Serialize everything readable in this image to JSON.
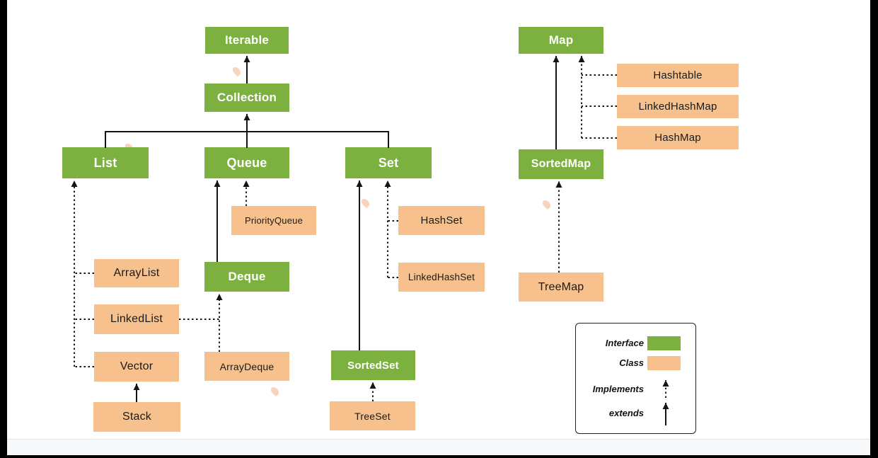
{
  "nodes": {
    "iterable": {
      "label": "Iterable",
      "type": "interface"
    },
    "collection": {
      "label": "Collection",
      "type": "interface"
    },
    "list": {
      "label": "List",
      "type": "interface"
    },
    "queue": {
      "label": "Queue",
      "type": "interface"
    },
    "set": {
      "label": "Set",
      "type": "interface"
    },
    "priorityqueue": {
      "label": "PriorityQueue",
      "type": "class"
    },
    "deque": {
      "label": "Deque",
      "type": "interface"
    },
    "arraylist": {
      "label": "ArrayList",
      "type": "class"
    },
    "linkedlist": {
      "label": "LinkedList",
      "type": "class"
    },
    "vector": {
      "label": "Vector",
      "type": "class"
    },
    "stack": {
      "label": "Stack",
      "type": "class"
    },
    "arraydeque": {
      "label": "ArrayDeque",
      "type": "class"
    },
    "hashset": {
      "label": "HashSet",
      "type": "class"
    },
    "linkedhashset": {
      "label": "LinkedHashSet",
      "type": "class"
    },
    "sortedset": {
      "label": "SortedSet",
      "type": "interface"
    },
    "treeset": {
      "label": "TreeSet",
      "type": "class"
    },
    "map": {
      "label": "Map",
      "type": "interface"
    },
    "hashtable": {
      "label": "Hashtable",
      "type": "class"
    },
    "linkedhashmap": {
      "label": "LinkedHashMap",
      "type": "class"
    },
    "hashmap": {
      "label": "HashMap",
      "type": "class"
    },
    "sortedmap": {
      "label": "SortedMap",
      "type": "interface"
    },
    "treemap": {
      "label": "TreeMap",
      "type": "class"
    }
  },
  "edges": [
    {
      "from": "Collection",
      "to": "Iterable",
      "relation": "extends"
    },
    {
      "from": "List",
      "to": "Collection",
      "relation": "extends"
    },
    {
      "from": "Queue",
      "to": "Collection",
      "relation": "extends"
    },
    {
      "from": "Set",
      "to": "Collection",
      "relation": "extends"
    },
    {
      "from": "PriorityQueue",
      "to": "Queue",
      "relation": "implements"
    },
    {
      "from": "Deque",
      "to": "Queue",
      "relation": "extends"
    },
    {
      "from": "ArrayDeque",
      "to": "Deque",
      "relation": "implements"
    },
    {
      "from": "LinkedList",
      "to": "Deque",
      "relation": "implements"
    },
    {
      "from": "ArrayList",
      "to": "List",
      "relation": "implements"
    },
    {
      "from": "LinkedList",
      "to": "List",
      "relation": "implements"
    },
    {
      "from": "Vector",
      "to": "List",
      "relation": "implements"
    },
    {
      "from": "Stack",
      "to": "Vector",
      "relation": "extends"
    },
    {
      "from": "HashSet",
      "to": "Set",
      "relation": "implements"
    },
    {
      "from": "LinkedHashSet",
      "to": "Set",
      "relation": "implements"
    },
    {
      "from": "SortedSet",
      "to": "Set",
      "relation": "extends"
    },
    {
      "from": "TreeSet",
      "to": "SortedSet",
      "relation": "implements"
    },
    {
      "from": "Hashtable",
      "to": "Map",
      "relation": "implements"
    },
    {
      "from": "LinkedHashMap",
      "to": "Map",
      "relation": "implements"
    },
    {
      "from": "HashMap",
      "to": "Map",
      "relation": "implements"
    },
    {
      "from": "SortedMap",
      "to": "Map",
      "relation": "extends"
    },
    {
      "from": "TreeMap",
      "to": "SortedMap",
      "relation": "implements"
    }
  ],
  "legend": {
    "items": [
      {
        "label": "Interface",
        "symbol": "interface-swatch"
      },
      {
        "label": "Class",
        "symbol": "class-swatch"
      },
      {
        "label": "Implements",
        "symbol": "dashed-arrow"
      },
      {
        "label": "extends",
        "symbol": "solid-arrow"
      }
    ]
  },
  "colors": {
    "interface": "#7db13f",
    "class": "#f6c18d",
    "line": "#141414"
  }
}
